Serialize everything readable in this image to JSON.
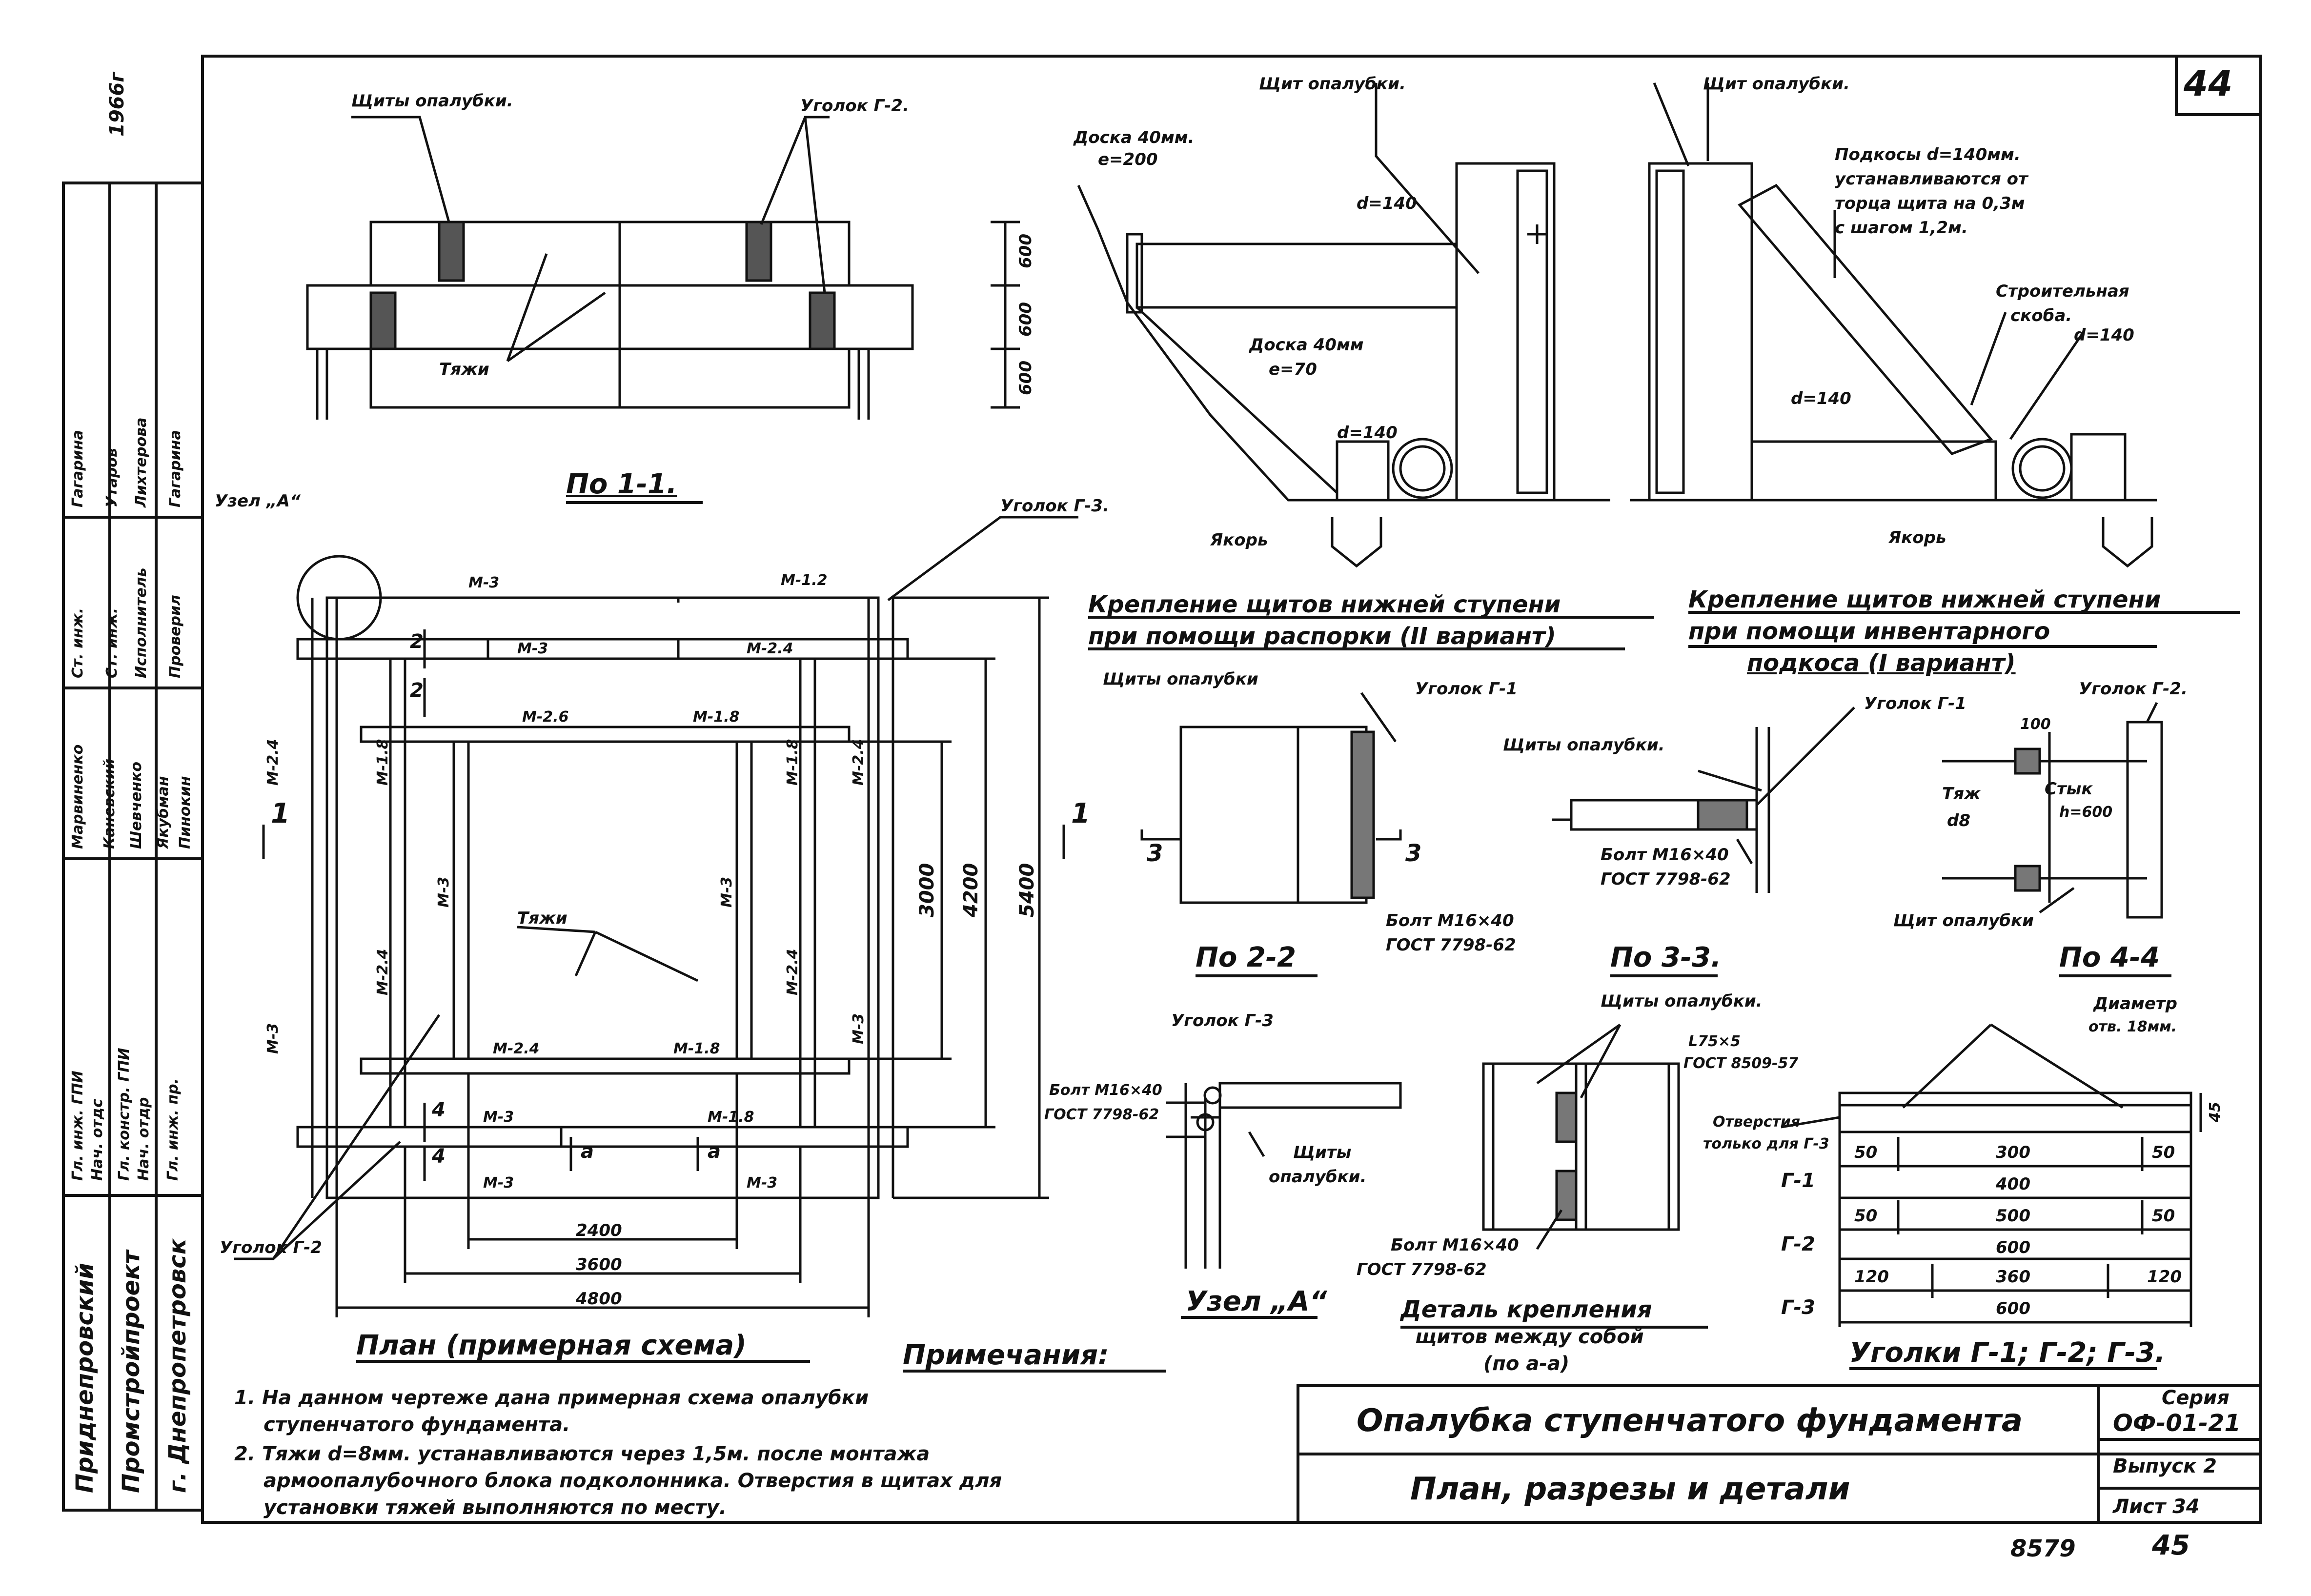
{
  "page_number": "44",
  "top_left_note": "1966г",
  "bottom_numbers": {
    "archive": "8579",
    "page": "45"
  },
  "title_block": {
    "title": "Опалубка ступенчатого фундамента",
    "subtitle": "План, разрезы и детали",
    "series_label": "Серия",
    "series_value": "ОФ-01-21",
    "issue": "Выпуск 2",
    "sheet": "Лист 34"
  },
  "stamp": {
    "org1": "Приднепровский",
    "org2": "Промстройпроект",
    "city": "г. Днепропетровск",
    "roles": [
      "Гл. инж. ГПИ",
      "Нач. отдс",
      "Гл. констр. ГПИ",
      "Нач. отдр",
      "Гл. инж. пр.",
      "Ст. инж.",
      "Ст. инж.",
      "Исполнитель",
      "Проверил"
    ],
    "names": [
      "Марвиненко",
      "Каневский",
      "Шевченко",
      "Якубман",
      "Пинокин",
      "Гагарина",
      "Утаров",
      "Лихтерова",
      "Гагарина"
    ]
  },
  "notes": {
    "heading": "Примечания:",
    "items": [
      "1. На данном чертеже дана примерная схема опалубки",
      "ступенчатого фундамента.",
      "2. Тяжи d=8мм. устанавливаются через 1,5м. после монтажа",
      "армоопалубочного блока подколонника. Отверстия в щитах для",
      "установки тяжей выполняются по месту."
    ]
  },
  "section_1_1": {
    "caption": "По 1-1.",
    "label_shields": "Щиты опалубки.",
    "label_angle": "Уголок Г-2.",
    "label_ties": "Тяжи",
    "dims": [
      "600",
      "600",
      "600"
    ]
  },
  "plan": {
    "caption": "План (примерная схема)",
    "node_label": "Узел „А“",
    "angle_g3": "Уголок Г-3.",
    "angle_g2": "Уголок Г-2",
    "ties_label": "Тяжи",
    "panels": [
      "М-3",
      "М-1.2",
      "М-3",
      "М-2.4",
      "М-2.6",
      "М-1.8",
      "М-2.4",
      "М-1.8",
      "М-3",
      "М-3",
      "М-1.8",
      "М-2.4",
      "М-2.4",
      "М-2.4",
      "М-1.8",
      "М-3",
      "М-3",
      "М-2.4",
      "М-3",
      "М-1.8",
      "М-3",
      "М-3"
    ],
    "cut_marks": [
      "2",
      "2",
      "4",
      "4",
      "а",
      "а",
      "1",
      "1"
    ],
    "dims_h": [
      "2400",
      "3600",
      "4800"
    ],
    "dims_v": [
      "3000",
      "4200",
      "5400"
    ]
  },
  "strut_detail": {
    "caption_l1": "Крепление щитов нижней ступени",
    "caption_l2": "при помощи распорки (II вариант)",
    "shield": "Щит опалубки.",
    "board1": "Доска 40мм.",
    "board1b": "e=200",
    "board2": "Доска 40мм",
    "board2b": "e=70",
    "d1": "d=140",
    "d2": "d=140",
    "anchor": "Якорь"
  },
  "brace_detail": {
    "caption_l1": "Крепление щитов нижней ступени",
    "caption_l2": "при помощи инвентарного",
    "caption_l3": "подкоса (I вариант)",
    "shield": "Щит опалубки.",
    "note1": "Подкосы d=140мм.",
    "note2": "устанавливаются от",
    "note3": "торца щита на 0,3м",
    "note4": "с шагом 1,2м.",
    "clamp1": "Строительная",
    "clamp2": "скоба.",
    "d1": "d=140",
    "d2": "d=140",
    "anchor": "Якорь"
  },
  "section_2_2": {
    "caption": "По 2-2",
    "shields": "Щиты опалубки",
    "angle": "Уголок Г-1",
    "bolt1": "Болт М16×40",
    "bolt2": "ГОСТ 7798-62",
    "cut": "3"
  },
  "section_3_3": {
    "caption": "По 3-3.",
    "shields": "Щиты опалубки.",
    "angle": "Уголок Г-1",
    "bolt1": "Болт М16×40",
    "bolt2": "ГОСТ 7798-62"
  },
  "section_4_4": {
    "caption": "По 4-4",
    "angle": "Уголок Г-2.",
    "tie1": "Тяж",
    "tie2": "d8",
    "joint": "Стык",
    "h": "h=600",
    "dim": "100",
    "shield": "Щит опалубки"
  },
  "node_a": {
    "caption": "Узел „А“",
    "angle": "Уголок Г-3",
    "bolt1": "Болт М16×40",
    "bolt2": "ГОСТ 7798-62",
    "shields1": "Щиты",
    "shields2": "опалубки."
  },
  "joint_detail": {
    "caption_l1": "Деталь крепления",
    "caption_l2": "щитов между собой",
    "caption_l3": "(по а-а)",
    "shields": "Щиты опалубки.",
    "profile": "L75×5",
    "gost": "ГОСТ 8509-57",
    "bolt1": "Болт М16×40",
    "bolt2": "ГОСТ 7798-62"
  },
  "angles_table": {
    "caption": "Уголки Г-1; Г-2; Г-3.",
    "diameter1": "Диаметр",
    "diameter2": "отв. 18мм.",
    "holes1": "Отверстия",
    "holes2": "только для Г-3",
    "small_dim": "45",
    "rows": [
      {
        "label": "",
        "cells": [
          "50",
          "300",
          "50"
        ]
      },
      {
        "label": "Г-1",
        "cells": [
          "",
          "400",
          ""
        ]
      },
      {
        "label": "",
        "cells": [
          "50",
          "500",
          "50"
        ]
      },
      {
        "label": "Г-2",
        "cells": [
          "",
          "600",
          ""
        ]
      },
      {
        "label": "",
        "cells": [
          "120",
          "360",
          "120"
        ]
      },
      {
        "label": "Г-3",
        "cells": [
          "",
          "600",
          ""
        ]
      }
    ]
  }
}
